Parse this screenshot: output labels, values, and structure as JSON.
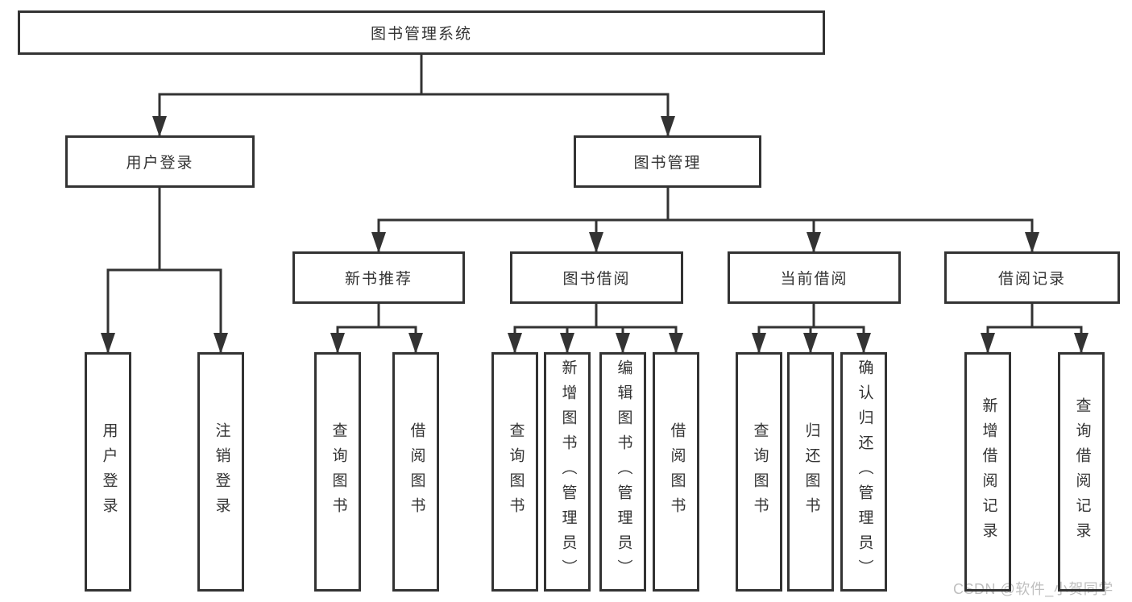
{
  "diagram": {
    "watermark": "CSDN @软件_小贺同学",
    "colors": {
      "line": "#333333",
      "text": "#333333",
      "box_background": "#ffffff",
      "watermark": "#bfbfbf"
    },
    "tree": {
      "label": "图书管理系统",
      "children": [
        {
          "label": "用户登录",
          "children": [
            {
              "label": "用户登录"
            },
            {
              "label": "注销登录"
            }
          ]
        },
        {
          "label": "图书管理",
          "children": [
            {
              "label": "新书推荐",
              "children": [
                {
                  "label": "查询图书"
                },
                {
                  "label": "借阅图书"
                }
              ]
            },
            {
              "label": "图书借阅",
              "children": [
                {
                  "label": "查询图书"
                },
                {
                  "label": "新增图书（管理员）"
                },
                {
                  "label": "编辑图书（管理员）"
                },
                {
                  "label": "借阅图书"
                }
              ]
            },
            {
              "label": "当前借阅",
              "children": [
                {
                  "label": "查询图书"
                },
                {
                  "label": "归还图书"
                },
                {
                  "label": "确认归还（管理员）"
                }
              ]
            },
            {
              "label": "借阅记录",
              "children": [
                {
                  "label": "新增借阅记录"
                },
                {
                  "label": "查询借阅记录"
                }
              ]
            }
          ]
        }
      ]
    }
  }
}
